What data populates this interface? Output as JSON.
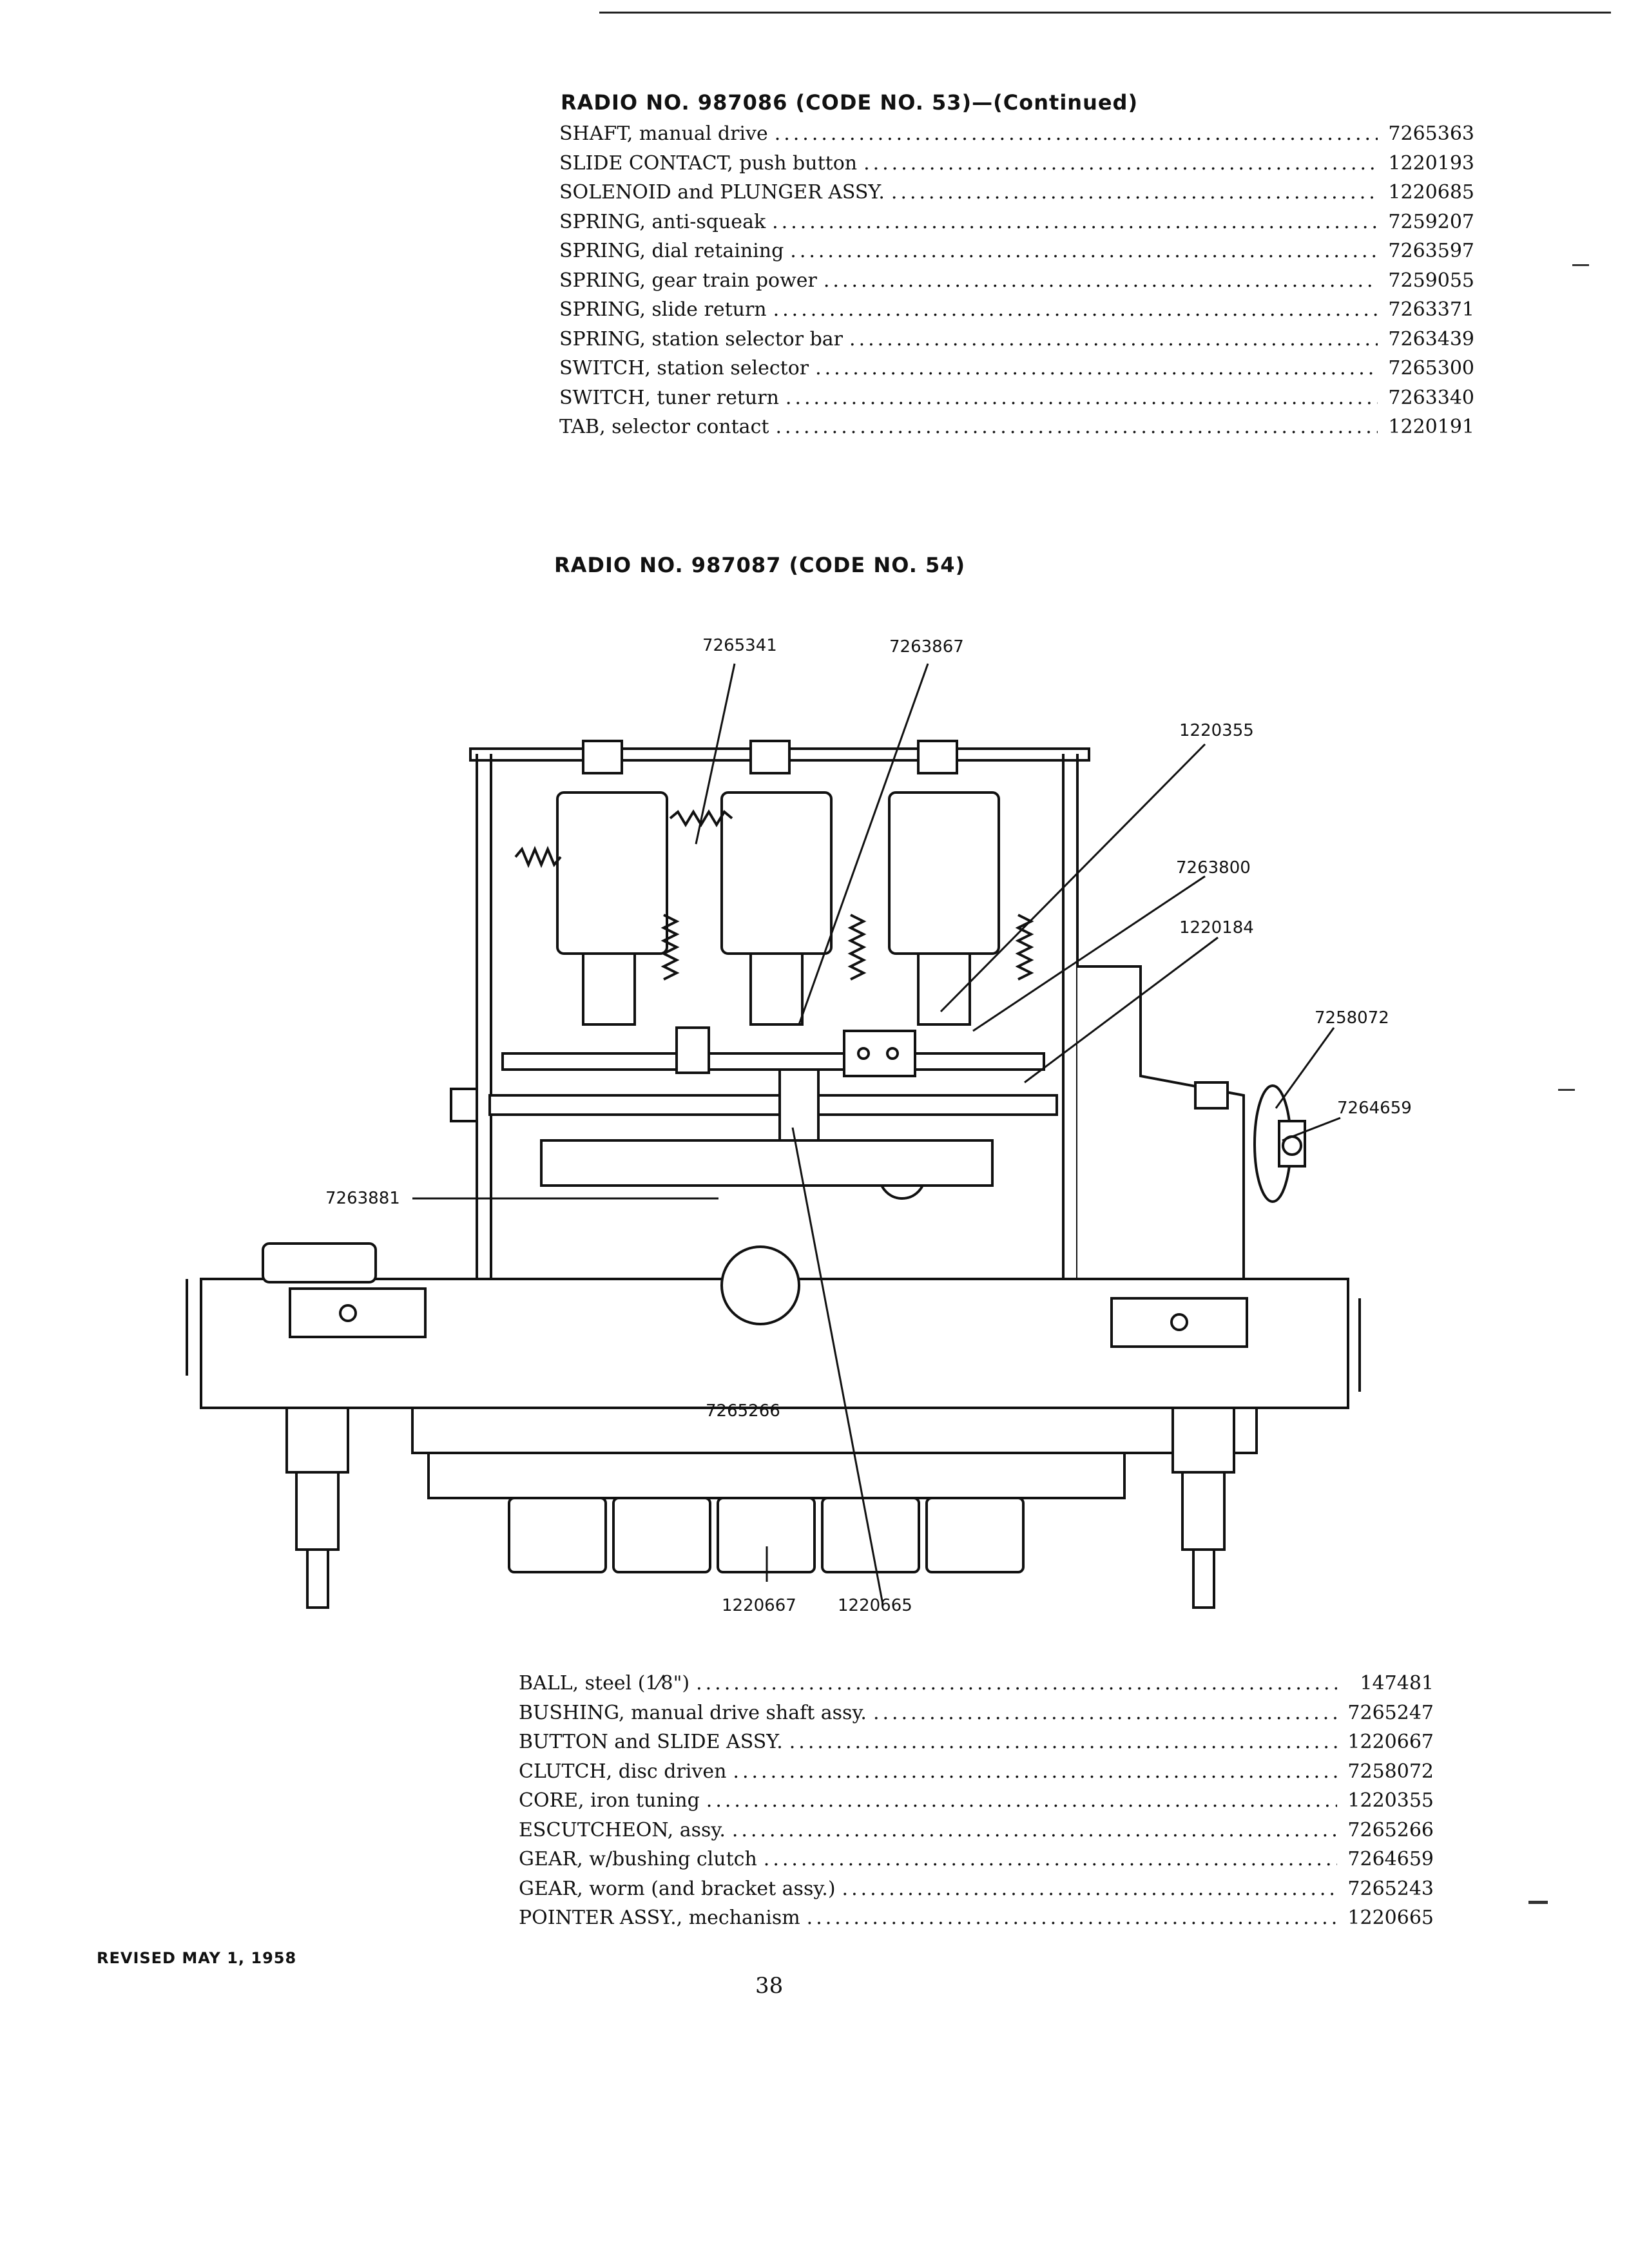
{
  "section1": {
    "heading": "RADIO NO. 987086 (CODE NO. 53)—(Continued)",
    "items": [
      {
        "name": "SHAFT, manual drive",
        "number": "7265363"
      },
      {
        "name": "SLIDE CONTACT, push button",
        "number": "1220193"
      },
      {
        "name": "SOLENOID and PLUNGER ASSY.",
        "number": "1220685"
      },
      {
        "name": "SPRING, anti-squeak",
        "number": "7259207"
      },
      {
        "name": "SPRING, dial retaining",
        "number": "7263597"
      },
      {
        "name": "SPRING, gear train power",
        "number": "7259055"
      },
      {
        "name": "SPRING, slide return",
        "number": "7263371"
      },
      {
        "name": "SPRING, station selector bar",
        "number": "7263439"
      },
      {
        "name": "SWITCH, station selector",
        "number": "7265300"
      },
      {
        "name": "SWITCH, tuner return",
        "number": "7263340"
      },
      {
        "name": "TAB, selector contact",
        "number": "1220191"
      }
    ]
  },
  "section2": {
    "heading": "RADIO NO. 987087 (CODE NO. 54)",
    "callouts": {
      "c1": "7265341",
      "c2": "7263867",
      "c3": "1220355",
      "c4": "7263800",
      "c5": "1220184",
      "c6": "7258072",
      "c7": "7264659",
      "c8": "7263881",
      "c9": "7265266",
      "c10": "1220667",
      "c11": "1220665"
    },
    "items": [
      {
        "name": "BALL, steel (1⁄8\")",
        "number": "147481"
      },
      {
        "name": "BUSHING, manual drive shaft assy.",
        "number": "7265247"
      },
      {
        "name": "BUTTON and SLIDE ASSY.",
        "number": "1220667"
      },
      {
        "name": "CLUTCH, disc driven",
        "number": "7258072"
      },
      {
        "name": "CORE, iron tuning",
        "number": "1220355"
      },
      {
        "name": "ESCUTCHEON, assy.",
        "number": "7265266"
      },
      {
        "name": "GEAR, w/bushing clutch",
        "number": "7264659"
      },
      {
        "name": "GEAR, worm (and bracket assy.)",
        "number": "7265243"
      },
      {
        "name": "POINTER ASSY., mechanism",
        "number": "1220665"
      }
    ]
  },
  "footer": {
    "revised": "REVISED MAY 1, 1958",
    "page_number": "38"
  }
}
